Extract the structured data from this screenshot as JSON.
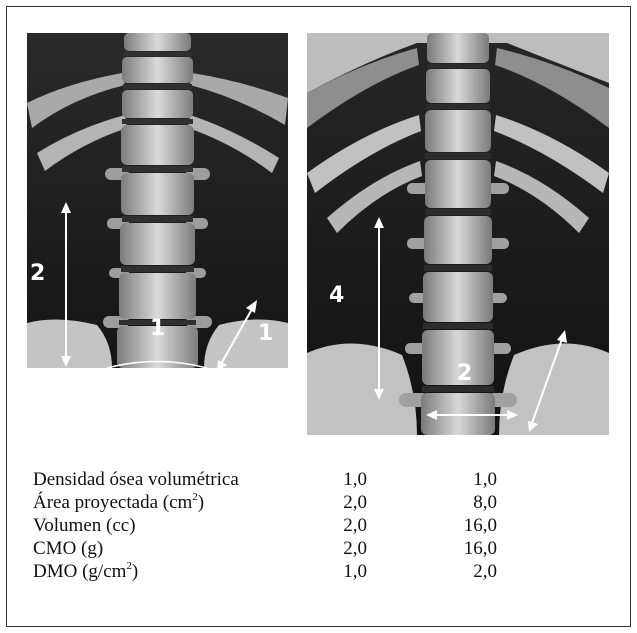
{
  "left_image": {
    "label_height": "2",
    "label_vertebra": "1",
    "label_diagonal": "1"
  },
  "right_image": {
    "label_height": "4",
    "label_vertebra": "2"
  },
  "table": {
    "rows": [
      {
        "label": "Densidad ósea volumétrica",
        "sup": "",
        "label_after": "",
        "left": "1,0",
        "right": "1,0"
      },
      {
        "label": "Área proyectada (cm",
        "sup": "2",
        "label_after": ")",
        "left": "2,0",
        "right": "8,0"
      },
      {
        "label": "Volumen (cc)",
        "sup": "",
        "label_after": "",
        "left": "2,0",
        "right": "16,0"
      },
      {
        "label": "CMO (g)",
        "sup": "",
        "label_after": "",
        "left": "2,0",
        "right": "16,0"
      },
      {
        "label": "DMO (g/cm",
        "sup": "2",
        "label_after": ")",
        "left": "1,0",
        "right": "2,0"
      }
    ]
  }
}
